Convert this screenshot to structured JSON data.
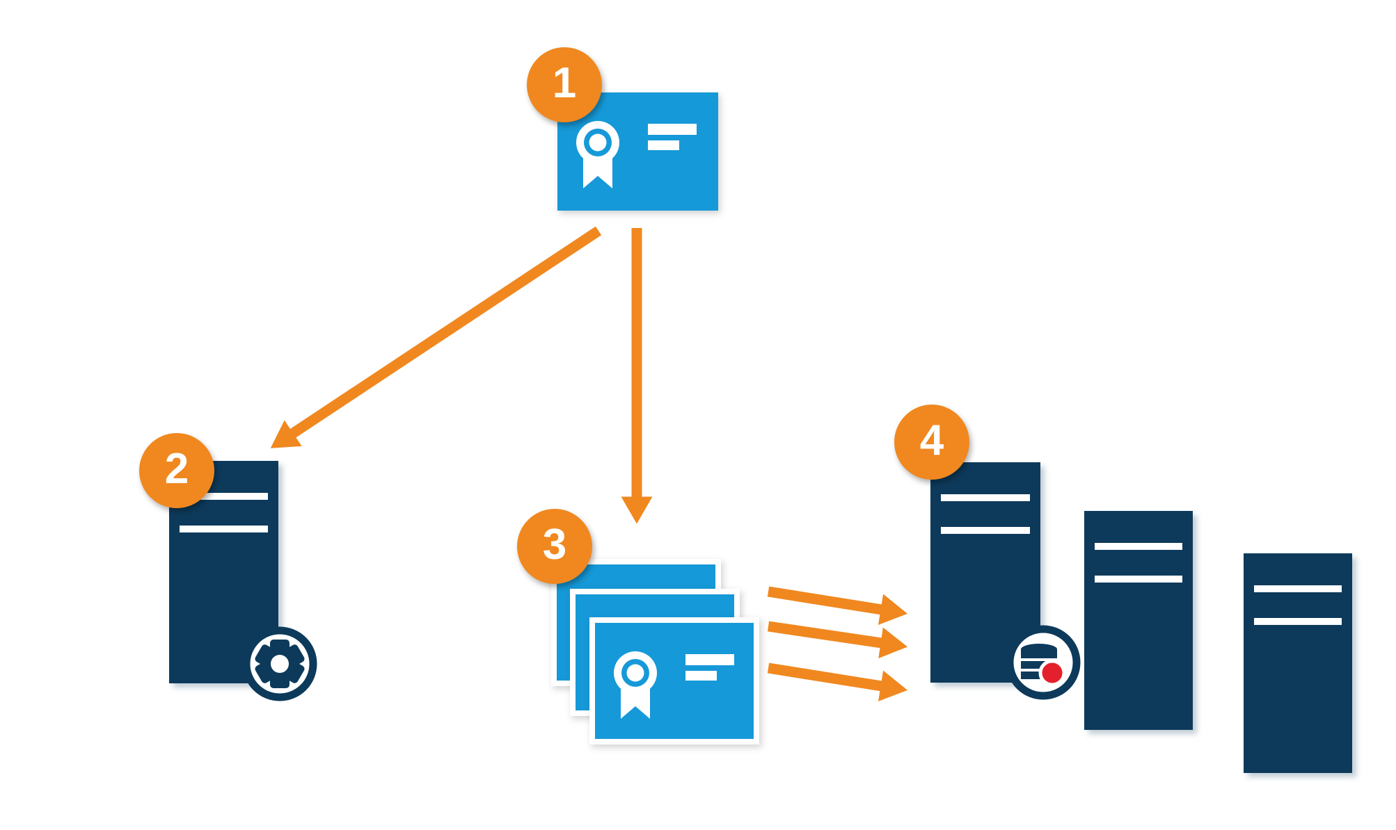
{
  "diagram": {
    "steps": [
      {
        "number": "1",
        "visual": "certificate-card"
      },
      {
        "number": "2",
        "visual": "server-tower-with-gear"
      },
      {
        "number": "3",
        "visual": "certificate-stack"
      },
      {
        "number": "4",
        "visual": "server-tower-group-with-database"
      }
    ],
    "icons": [
      "certificate-seal-icon",
      "gear-icon",
      "database-icon",
      "recording-indicator-dot"
    ],
    "colors": {
      "orange": "#F0881F",
      "blue": "#1699D8",
      "navy": "#0D3A5B",
      "red": "#E4202C",
      "white": "#FFFFFF"
    }
  }
}
